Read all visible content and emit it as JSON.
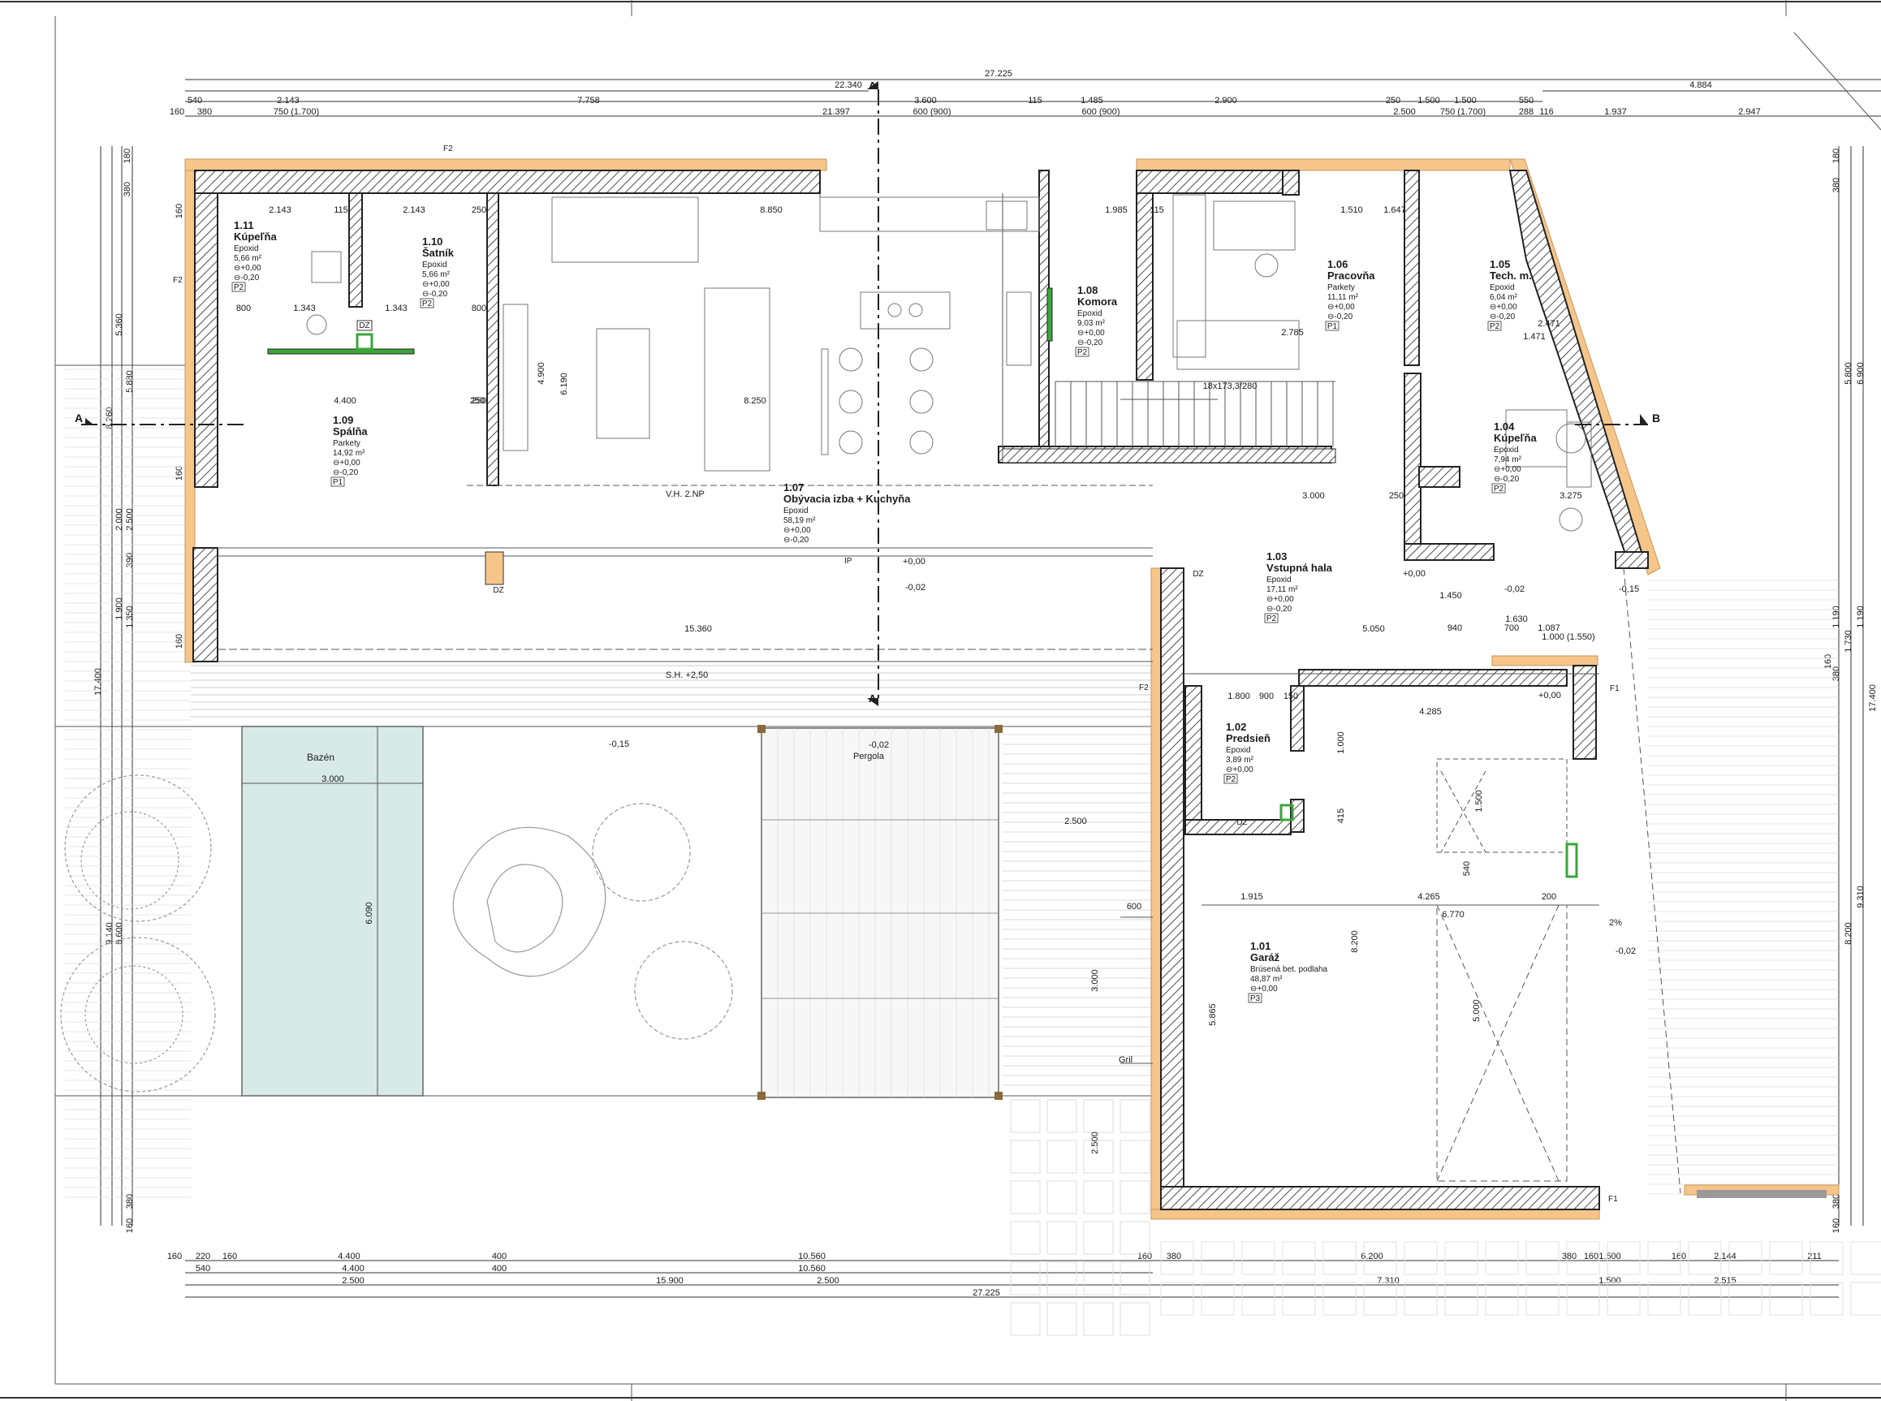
{
  "colors": {
    "insulation": "#f6c58a",
    "pool": "#d8eae6",
    "hatch": "#222222",
    "green": "#3aa63a"
  },
  "dims_top": {
    "overall": "27.225",
    "half": "22.340",
    "right": "4.884",
    "row1": [
      "540",
      "2.143",
      "7.758",
      "3.600",
      "115",
      "1.485",
      "2.900",
      "1.500",
      "250",
      "1.500",
      "550"
    ],
    "row2": [
      "160",
      "380",
      "750 (1.700)",
      "21.397",
      "600 (900)",
      "600 (900)",
      "2.500",
      "750 (1.700)",
      "288",
      "116",
      "1.937",
      "2.947"
    ]
  },
  "dims_bottom": {
    "row1": [
      "160",
      "220",
      "160",
      "4.400",
      "400",
      "10.560",
      "160",
      "380",
      "6.200",
      "380",
      "160",
      "1.500",
      "160",
      "2.144",
      "211"
    ],
    "row2": [
      "540",
      "4.400",
      "400",
      "10.560"
    ],
    "row3": [
      "2.500",
      "15.900",
      "2.500",
      "7.310",
      "1.500",
      "2.515"
    ],
    "overall": "27.225"
  },
  "dims_left": [
    "180",
    "380",
    "160",
    "5.360",
    "5.880",
    "8.260",
    "160",
    "2.000",
    "2.500",
    "390",
    "1.900",
    "1.350",
    "160",
    "17.400",
    "9.140",
    "8.600",
    "380",
    "160"
  ],
  "dims_right": [
    "180",
    "380",
    "5.800",
    "6.900",
    "1.190",
    "1.730",
    "160",
    "380",
    "1.190",
    "17.400",
    "9.310",
    "8.200",
    "380",
    "160"
  ],
  "interior_dims": [
    "2.143",
    "115",
    "2.143",
    "250",
    "8.850",
    "1.985",
    "115",
    "1.510",
    "1.647",
    "800",
    "1.343",
    "1.343",
    "800",
    "4.400",
    "250",
    "250",
    "6.190",
    "4.900",
    "8.250",
    "2.785",
    "1.471",
    "2.471",
    "3.000",
    "250",
    "3.275",
    "15.360",
    "5.050",
    "940",
    "700",
    "1.087",
    "1.000 (1.550)",
    "1.630",
    "1.450",
    "1.800",
    "900",
    "150",
    "4.285",
    "1.915",
    "4.265",
    "200",
    "6.770",
    "2.500",
    "3.000",
    "2.500",
    "600",
    "5.865",
    "8.200",
    "1.000",
    "415",
    "5.000",
    "1.500",
    "540"
  ],
  "rooms": [
    {
      "num": "1.01",
      "name": "Garáž",
      "floor": "Brúsená bet. podlaha",
      "area": "48,87 m²",
      "lvl": "⊖+0,00",
      "code": "P3"
    },
    {
      "num": "1.02",
      "name": "Predsieň",
      "floor": "Epoxid",
      "area": "3,89 m²",
      "lvl": "⊖+0,00",
      "code": "P2"
    },
    {
      "num": "1.03",
      "name": "Vstupná hala",
      "floor": "Epoxid",
      "area": "17,11 m²",
      "lvl": "⊖+0,00",
      "lvl2": "⊖-0,20",
      "code": "P2"
    },
    {
      "num": "1.04",
      "name": "Kúpeľňa",
      "floor": "Epoxid",
      "area": "7,94 m²",
      "lvl": "⊖+0,00",
      "lvl2": "⊖-0,20",
      "code": "P2"
    },
    {
      "num": "1.05",
      "name": "Tech. m.",
      "floor": "Epoxid",
      "area": "6,04 m²",
      "lvl": "⊖+0,00",
      "lvl2": "⊖-0,20",
      "code": "P2"
    },
    {
      "num": "1.06",
      "name": "Pracovňa",
      "floor": "Parkety",
      "area": "11,11 m²",
      "lvl": "⊖+0,00",
      "lvl2": "⊖-0,20",
      "code": "P1"
    },
    {
      "num": "1.07",
      "name": "Obývacia izba + Kuchyňa",
      "floor": "Epoxid",
      "area": "58,19 m²",
      "lvl": "⊖+0,00",
      "lvl2": "⊖-0,20",
      "code": ""
    },
    {
      "num": "1.08",
      "name": "Komora",
      "floor": "Epoxid",
      "area": "9,03 m²",
      "lvl": "⊖+0,00",
      "lvl2": "⊖-0,20",
      "code": "P2"
    },
    {
      "num": "1.09",
      "name": "Spálňa",
      "floor": "Parkety",
      "area": "14,92 m²",
      "lvl": "⊖+0,00",
      "lvl2": "⊖-0,20",
      "code": "P1"
    },
    {
      "num": "1.10",
      "name": "Šatník",
      "floor": "Epoxid",
      "area": "5,66 m²",
      "lvl": "⊖+0,00",
      "lvl2": "⊖-0,20",
      "code": "P2"
    },
    {
      "num": "1.11",
      "name": "Kúpeľňa",
      "floor": "Epoxid",
      "area": "5,66 m²",
      "lvl": "⊖+0,00",
      "lvl2": "⊖-0,20",
      "code": "P2"
    }
  ],
  "labels": {
    "pool": "Bazén",
    "pool_w": "3.000",
    "pool_l": "6.090",
    "pergola": "Pergola",
    "grill": "Gril",
    "vh": "V.H. 2.NP",
    "sh": "S.H. +2,50",
    "stairs": "18x173,3/280",
    "section_a": "A",
    "section_b": "B",
    "lvl_terrace": "-0,02",
    "lvl_pool": "-0,15",
    "lvl_zero": "+0,00",
    "lvl_m015": "-0,15",
    "slope": "2%",
    "ip": "IP",
    "dz": "DZ",
    "f1": "F1",
    "f2": "F2"
  }
}
